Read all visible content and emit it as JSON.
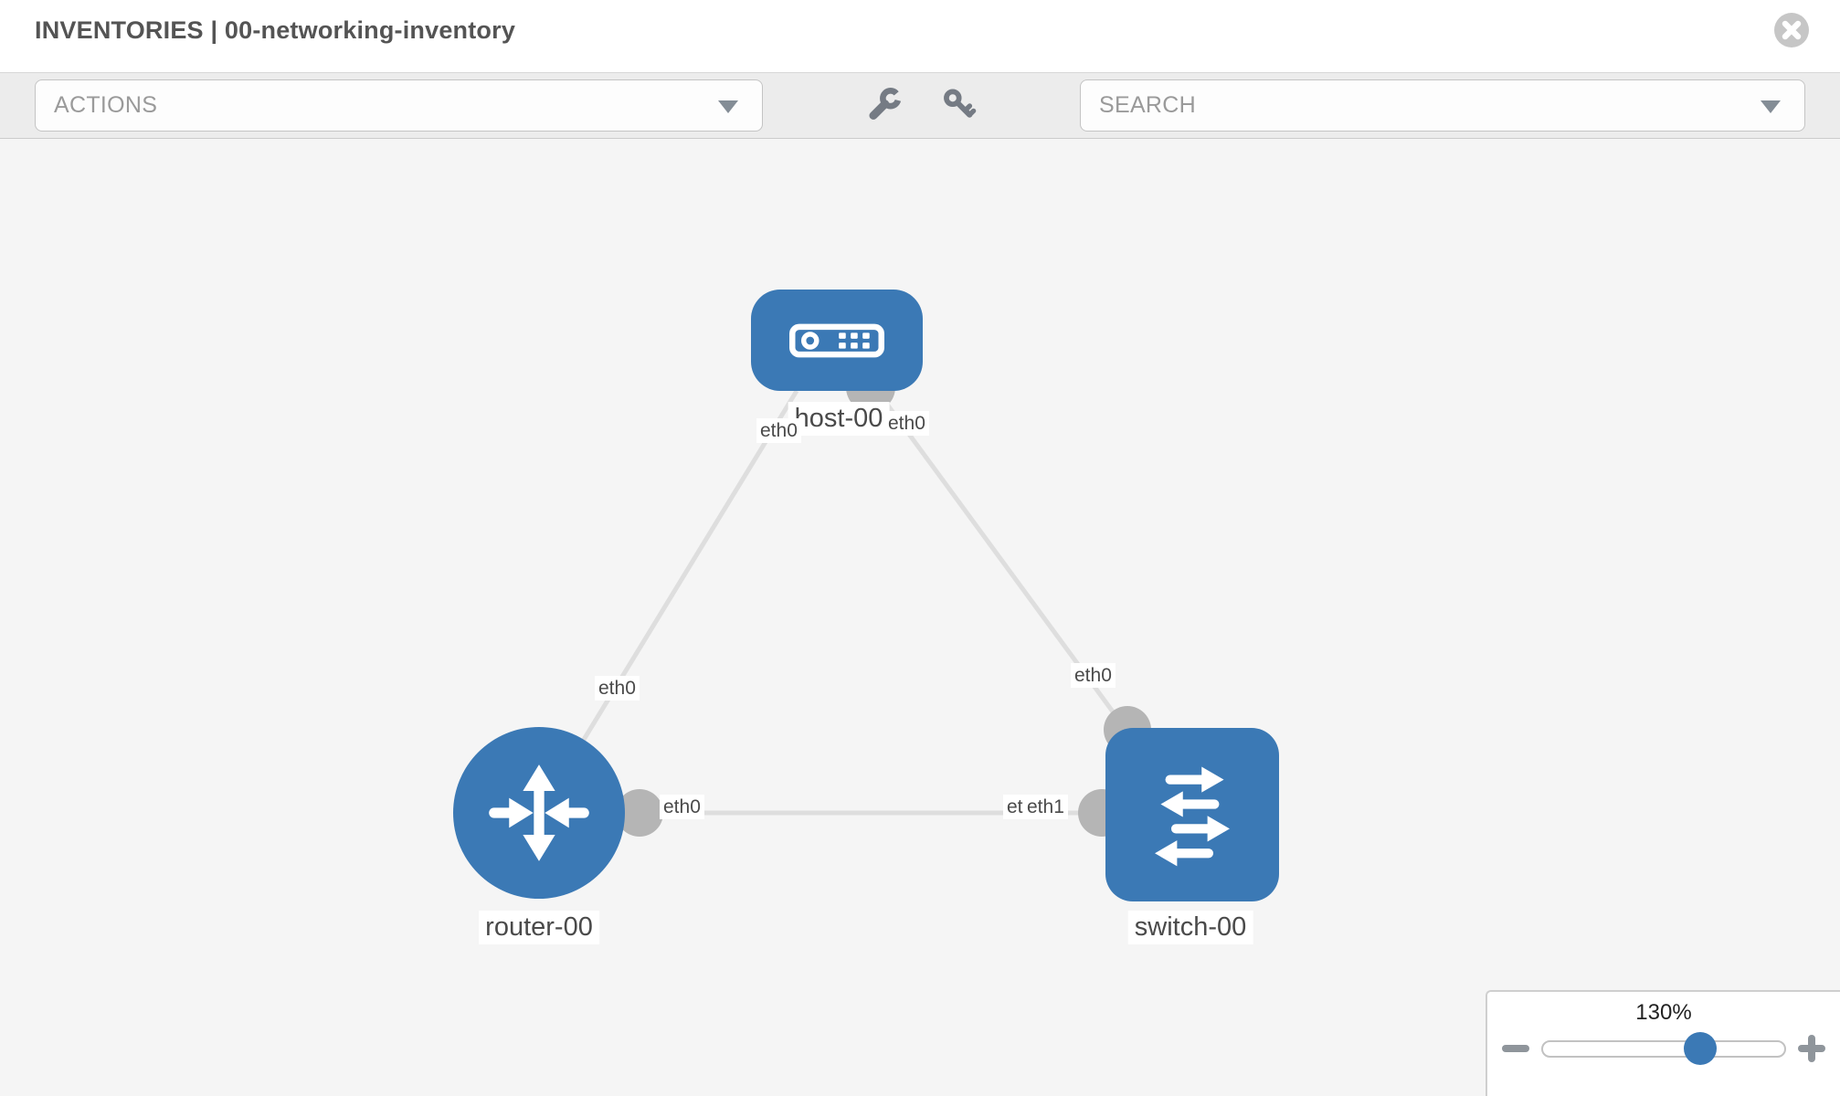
{
  "header": {
    "title": "INVENTORIES | 00-networking-inventory"
  },
  "toolbar": {
    "actions_label": "ACTIONS",
    "search_label": "SEARCH",
    "icons": [
      "wrench-icon",
      "key-icon",
      "chevron-down-icon"
    ]
  },
  "topology": {
    "nodes": [
      {
        "id": "host-00",
        "label": "host-00",
        "type": "host",
        "shape": "rounded-rect",
        "color": "#3b79b5"
      },
      {
        "id": "router-00",
        "label": "router-00",
        "type": "router",
        "shape": "circle",
        "color": "#3b79b5"
      },
      {
        "id": "switch-00",
        "label": "switch-00",
        "type": "switch",
        "shape": "rounded-square",
        "color": "#3b79b5"
      }
    ],
    "links": [
      {
        "from": "router-00",
        "to": "host-00",
        "from_interface": "eth0",
        "to_interface": "eth0"
      },
      {
        "from": "host-00",
        "to": "switch-00",
        "from_interface": "eth0",
        "to_interface": "eth0"
      },
      {
        "from": "router-00",
        "to": "switch-00",
        "from_interface": "eth0",
        "to_interface": "eth1"
      }
    ],
    "interface_labels": [
      {
        "id": "host-left",
        "text": "eth0"
      },
      {
        "id": "host-right",
        "text": "eth0"
      },
      {
        "id": "link-left-mid",
        "text": "eth0"
      },
      {
        "id": "link-right-mid",
        "text": "eth0"
      },
      {
        "id": "router-right",
        "text": "eth0"
      },
      {
        "id": "switch-left-back",
        "text": "eth0"
      },
      {
        "id": "switch-left-front",
        "text": "eth1"
      }
    ],
    "colors": {
      "node_fill": "#3b79b5",
      "interface_stub": "#b5b5b5",
      "link": "#dedede"
    }
  },
  "zoom": {
    "level": "130%"
  }
}
